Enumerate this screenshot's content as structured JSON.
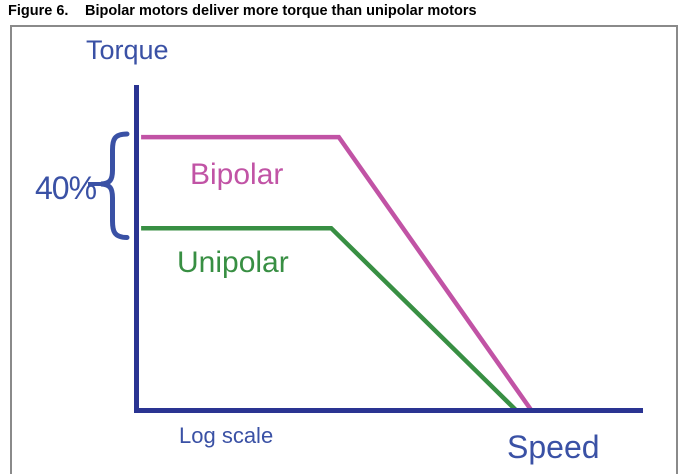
{
  "figure": {
    "label": "Figure 6.",
    "title": "Bipolar motors deliver more torque than unipolar motors"
  },
  "chart_data": {
    "type": "line",
    "ylabel": "Torque",
    "xlabel": "Speed",
    "x_scale_note": "Log scale",
    "annotation": "40%",
    "xlim": [
      0,
      1
    ],
    "ylim": [
      0,
      1
    ],
    "grid": false,
    "legend": "inline labels on lines",
    "axis_color": "#2a3492",
    "label_color": "#3a51a5",
    "series": [
      {
        "name": "Bipolar",
        "color": "#c153a5",
        "points": [
          [
            0.01,
            0.84
          ],
          [
            0.4,
            0.84
          ],
          [
            0.78,
            0.0
          ]
        ]
      },
      {
        "name": "Unipolar",
        "color": "#388f43",
        "points": [
          [
            0.01,
            0.56
          ],
          [
            0.385,
            0.56
          ],
          [
            0.75,
            0.0
          ]
        ]
      }
    ]
  },
  "labels": {
    "torque": "Torque",
    "speed": "Speed",
    "log_scale": "Log scale",
    "percent": "40%"
  }
}
